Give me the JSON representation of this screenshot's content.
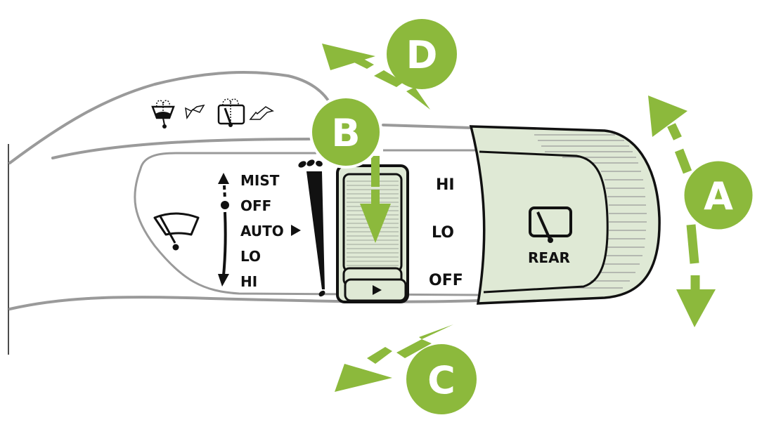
{
  "diagram": {
    "title": "Windshield wiper and washer control lever",
    "colors": {
      "accent_green": "#8cb93c",
      "switch_fill": "#dfe9d5",
      "outline": "#111111",
      "body_line": "#9a9a9a",
      "callout_text": "#ffffff"
    },
    "washer_icons": [
      {
        "name": "front-washer-icon",
        "direction": "pull"
      },
      {
        "name": "rear-washer-icon",
        "direction": "push"
      }
    ],
    "front_wiper": {
      "icon": "front-wiper-icon",
      "positions": [
        "MIST",
        "OFF",
        "AUTO",
        "LO",
        "HI"
      ],
      "auto_marker": "triangle-right"
    },
    "intermittent_dial": {
      "icon": "sensitivity-scale-icon",
      "indicator": "triangle-right"
    },
    "rear_switch": {
      "positions": [
        "HI",
        "LO",
        "OFF"
      ],
      "label": "REAR",
      "icon": "rear-wiper-icon"
    },
    "callouts": [
      {
        "letter": "A",
        "meaning": "rotate rear wiper switch"
      },
      {
        "letter": "B",
        "meaning": "adjust intermittent/auto dial"
      },
      {
        "letter": "C",
        "meaning": "pull lever toward driver"
      },
      {
        "letter": "D",
        "meaning": "push lever away"
      }
    ]
  }
}
